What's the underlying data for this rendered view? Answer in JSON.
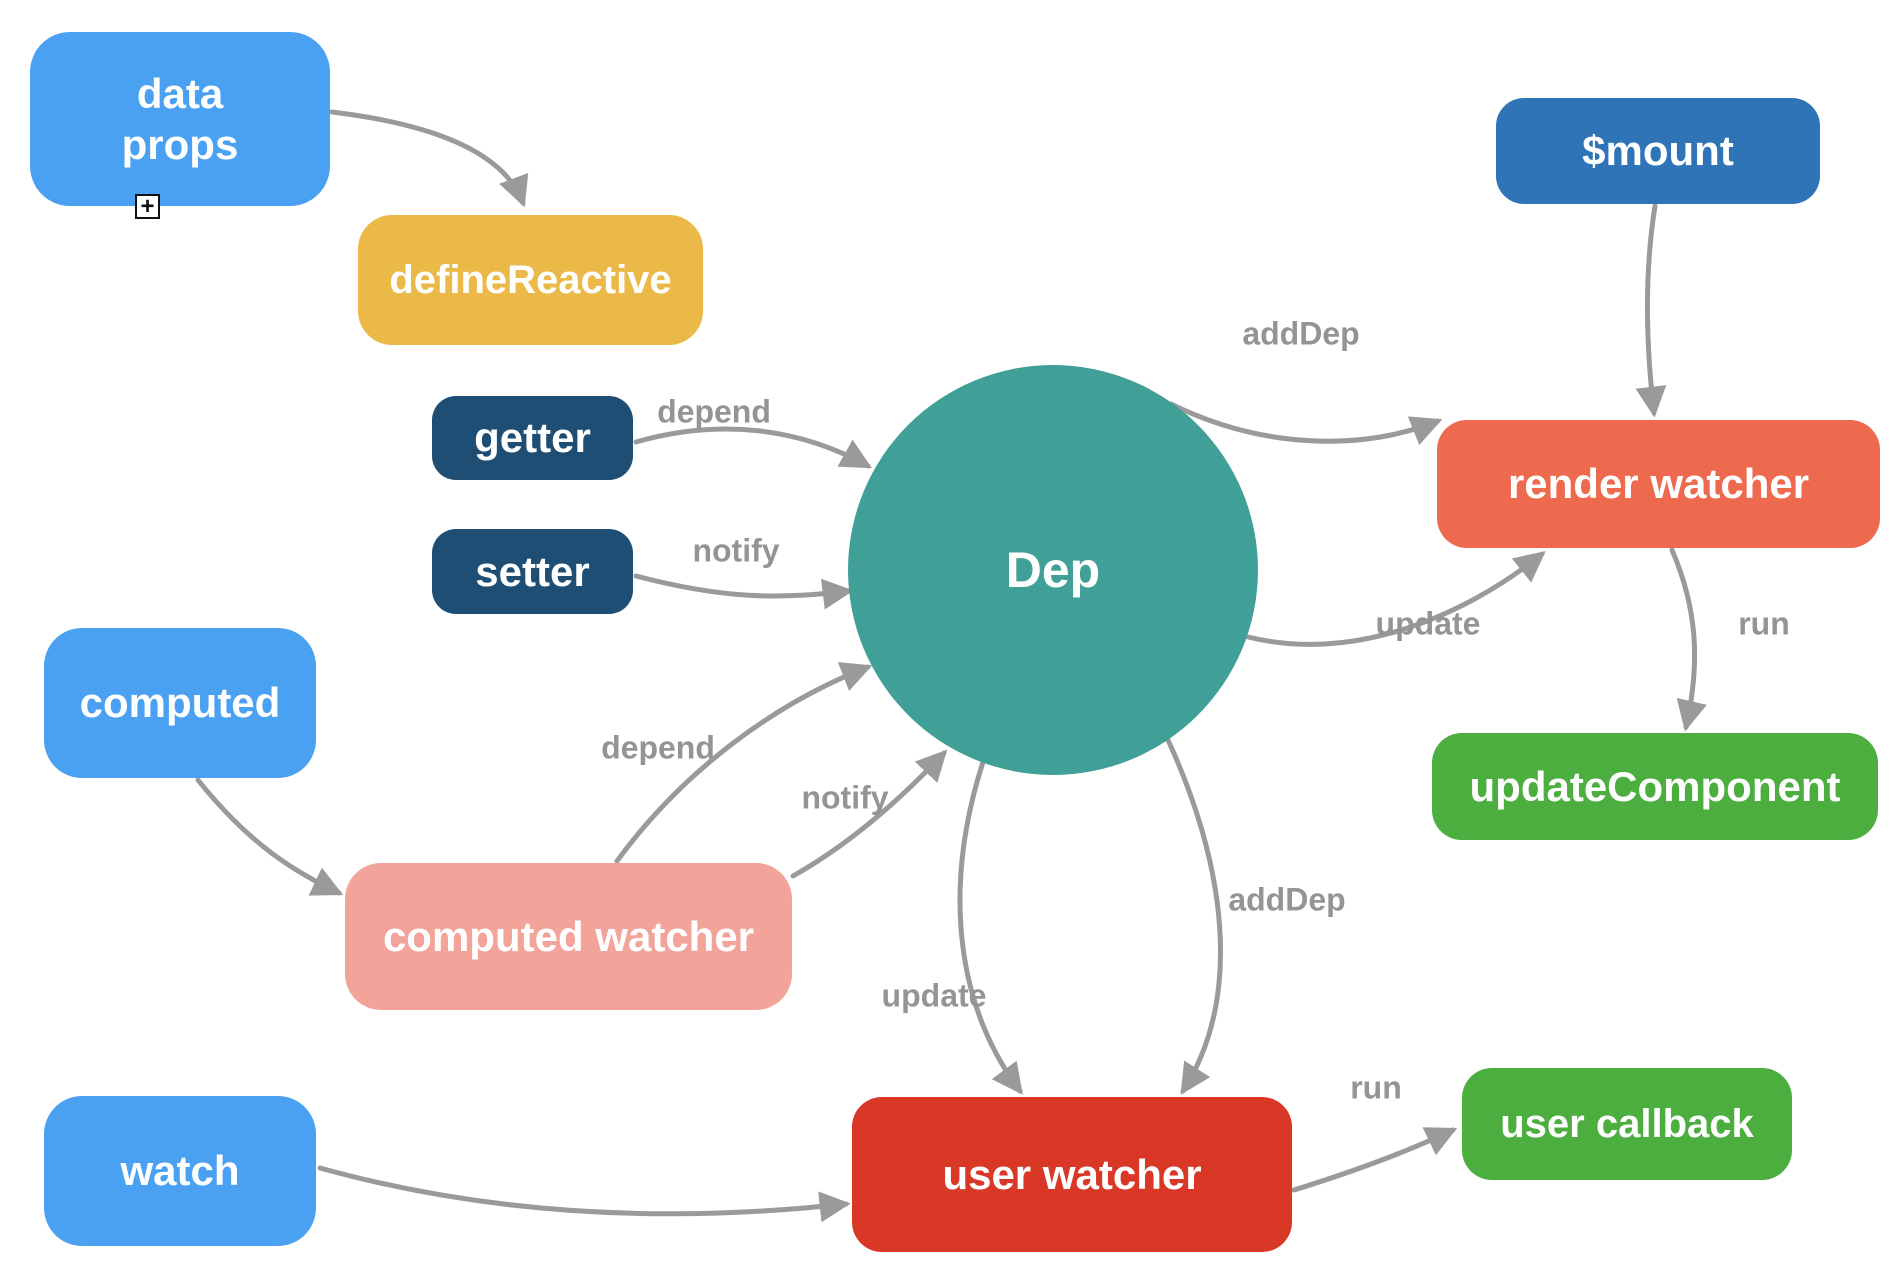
{
  "nodes": {
    "data_props": {
      "lines": [
        "data",
        "props"
      ]
    },
    "define_reactive": {
      "label": "defineReactive"
    },
    "getter": {
      "label": "getter"
    },
    "setter": {
      "label": "setter"
    },
    "computed": {
      "label": "computed"
    },
    "computed_watcher": {
      "label": "computed watcher"
    },
    "watch": {
      "label": "watch"
    },
    "dep": {
      "label": "Dep"
    },
    "mount": {
      "label": "$mount"
    },
    "render_watcher": {
      "label": "render watcher"
    },
    "update_component": {
      "label": "updateComponent"
    },
    "user_callback": {
      "label": "user callback"
    },
    "user_watcher": {
      "label": "user watcher"
    }
  },
  "edge_labels": {
    "getter_to_dep": "depend",
    "setter_to_dep": "notify",
    "dep_to_render_watcher_adddep": "addDep",
    "dep_to_render_watcher_update": "update",
    "render_watcher_to_update_component": "run",
    "computed_watcher_to_dep_depend": "depend",
    "computed_watcher_to_dep_notify": "notify",
    "dep_to_user_watcher_update": "update",
    "dep_to_user_watcher_adddep": "addDep",
    "user_watcher_to_user_callback": "run"
  },
  "icons": {
    "expand_icon": "+"
  },
  "colors": {
    "node_blue": "#4BA1F1",
    "define_reactive_gold": "#EBB948",
    "getter_setter_navy": "#1F4E75",
    "dep_teal": "#40A097",
    "mount_blue": "#2E74B6",
    "render_watcher_coral": "#EE6A4E",
    "green": "#4BAE3F",
    "computed_watcher_pink": "#F2A49B",
    "user_watcher_red": "#D93826",
    "arrow_gray": "#9A9A9A",
    "edge_label_gray": "#949494",
    "node_text": "#FFFFFF"
  }
}
